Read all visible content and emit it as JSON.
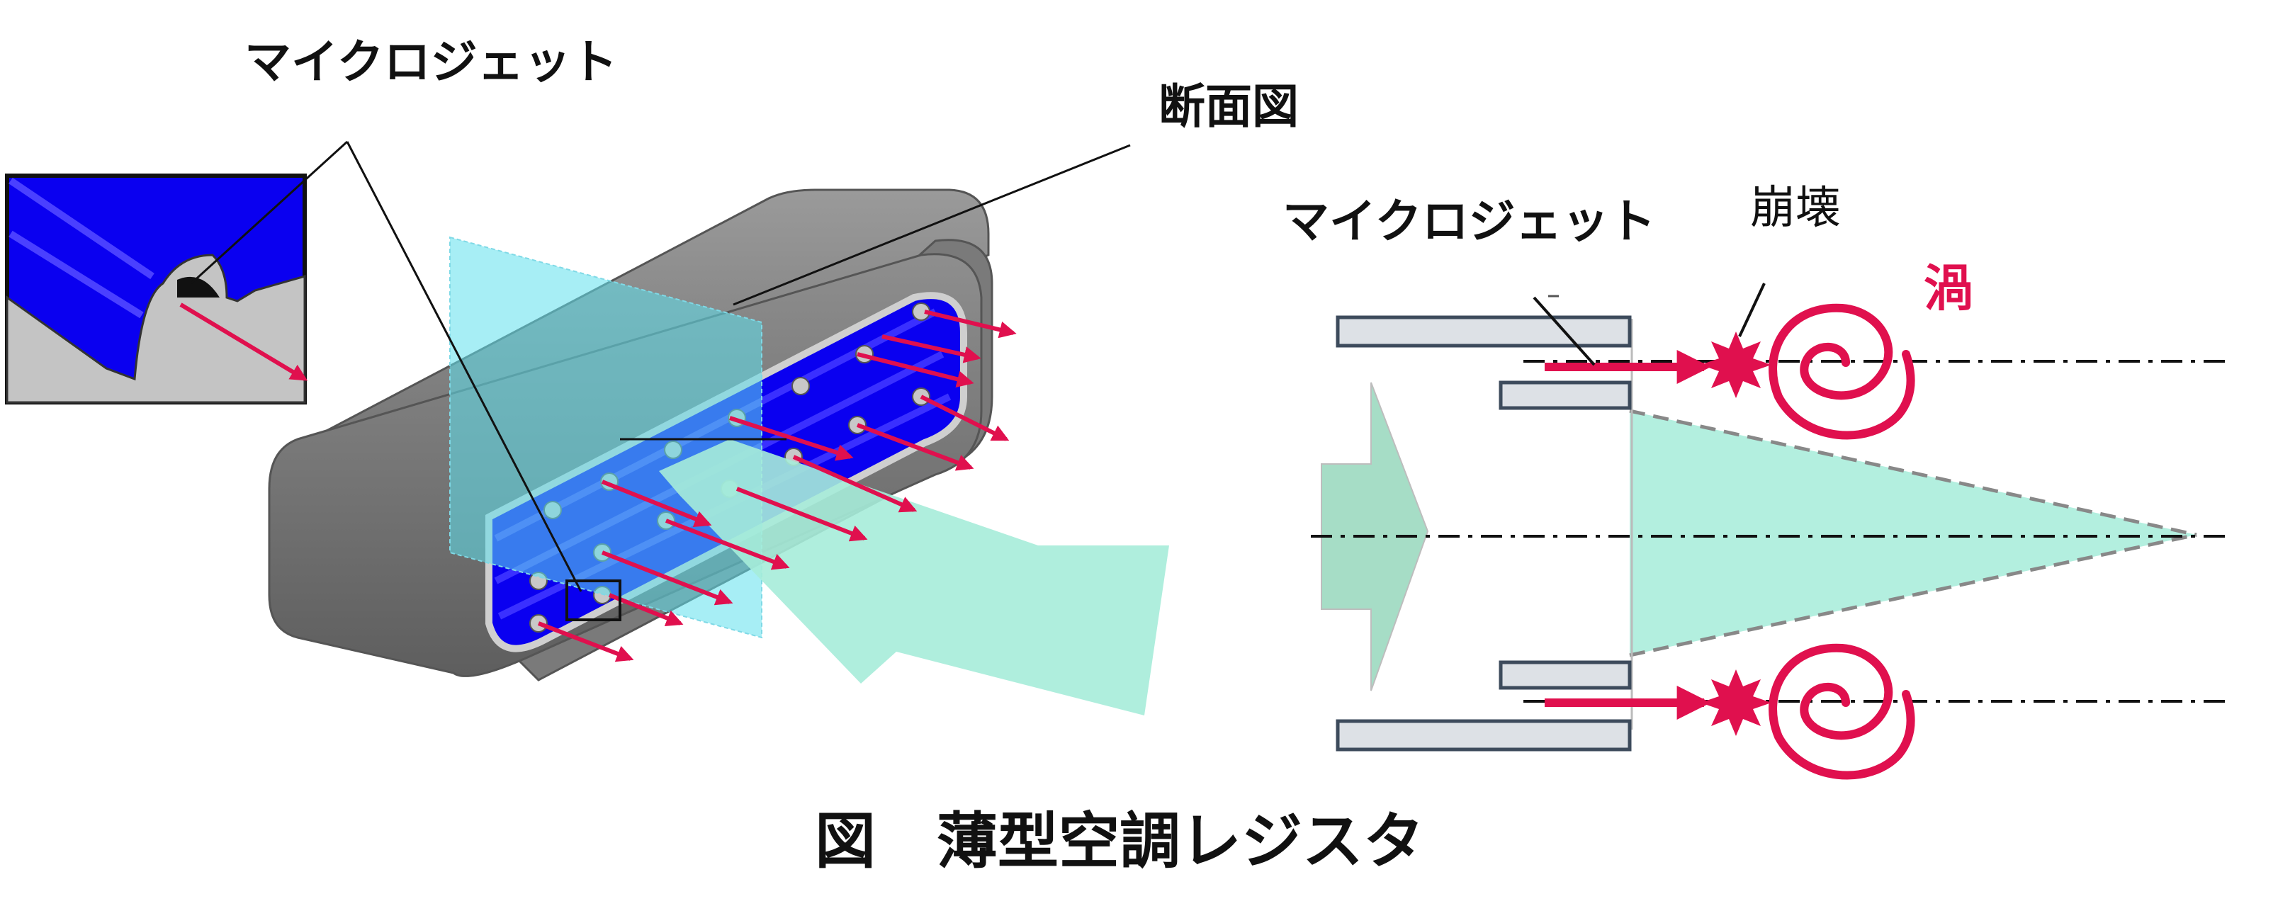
{
  "labels": {
    "microjet_left": "マイクロジェット",
    "cross_section": "断面図",
    "microjet_right": "マイクロジェット",
    "collapse": "崩壊",
    "vortex": "渦",
    "caption": "図　薄型空調レジスタ"
  },
  "colors": {
    "housing_gray": "#8a8a8a",
    "channel_blue": "#0a00f0",
    "jet_red": "#e0104e",
    "airflow_mint": "#a6ecd9",
    "section_cyan": "#5fe0ec",
    "plate_fill": "#dde1e6",
    "plate_outline": "#3d4b5c",
    "vortex_label": "#e0104e"
  }
}
